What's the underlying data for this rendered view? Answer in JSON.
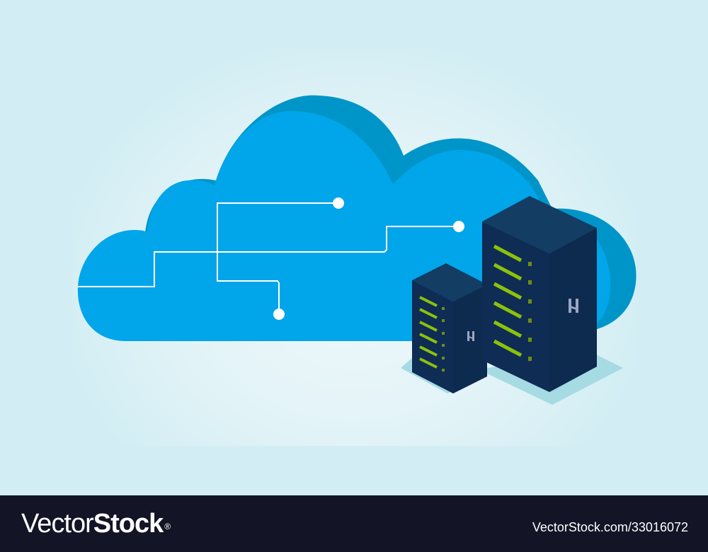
{
  "illustration": {
    "subject": "cloud-computing-servers",
    "colors": {
      "background": "#d2eef4",
      "cloud_front": "#00a5ea",
      "cloud_shadow": "#0095c8",
      "server_top": "#133d63",
      "server_front": "#0f2c55",
      "server_side": "#0d2a4f",
      "server_light": "#8cc20a",
      "server_indicator": "#6f8f10",
      "circuit_line": "#ffffff",
      "footer_bg": "#131426"
    },
    "icons": [
      "cloud-icon",
      "server-rack-icon",
      "server-rack-icon",
      "circuit-node-icon"
    ]
  },
  "footer": {
    "brand_light": "Vector",
    "brand_bold": "Stock",
    "brand_mark": "®",
    "image_id": "VectorStock.com/33016072"
  }
}
